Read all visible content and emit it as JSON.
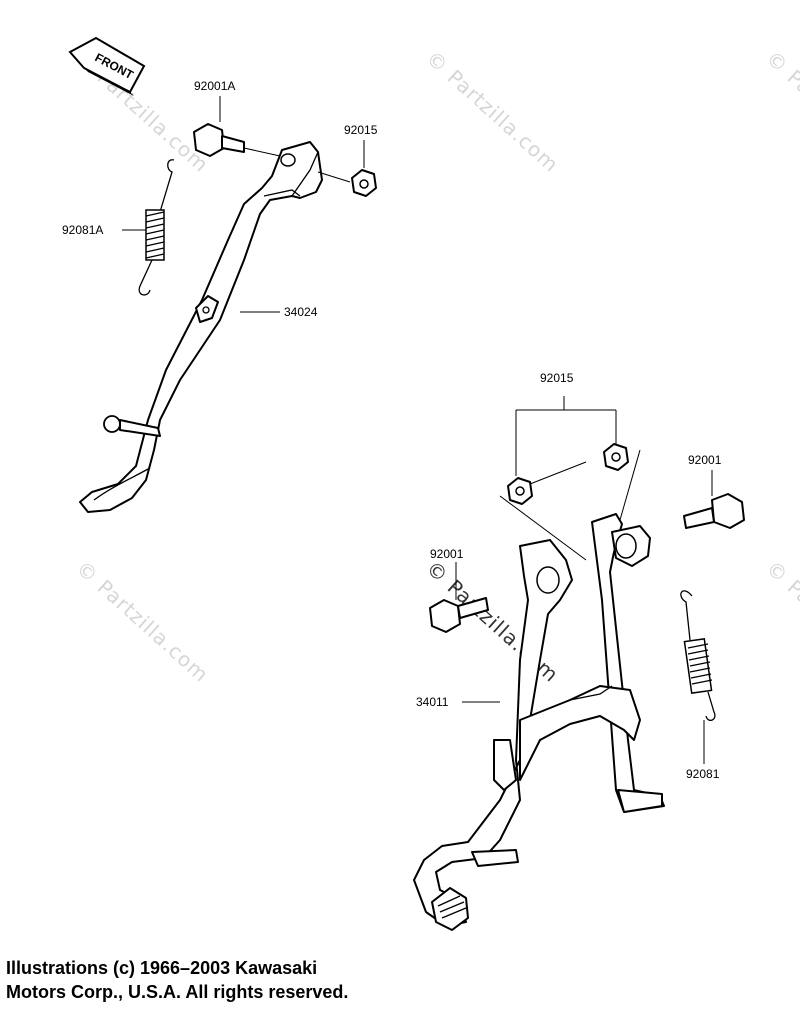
{
  "diagram": {
    "front_label": "FRONT",
    "watermark": "© Partzilla.com",
    "labels": {
      "bolt_side": "92001A",
      "nut_side": "92015",
      "spring_side": "92081A",
      "side_stand": "34024",
      "nuts_center": "92015",
      "bolt_right": "92001",
      "bolt_left": "92001",
      "center_stand": "34011",
      "spring_center": "92081"
    }
  },
  "copyright": {
    "line1": "Illustrations (c) 1966–2003 Kawasaki",
    "line2": "Motors Corp., U.S.A.  All rights reserved."
  }
}
